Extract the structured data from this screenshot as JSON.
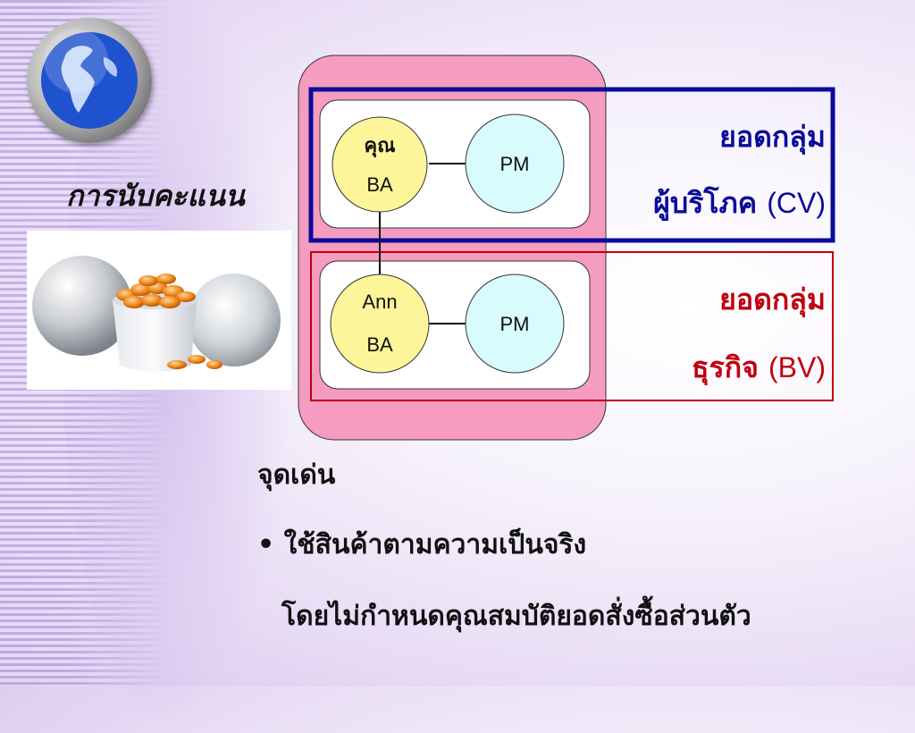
{
  "title": "การนับคะแนน",
  "groups": {
    "cv": {
      "label_line1": "ยอดกลุ่ม",
      "label_line2": "ผู้บริโภค",
      "label_abbr": "(CV)",
      "color": "#0b0b9a"
    },
    "bv": {
      "label_line1": "ยอดกลุ่ม",
      "label_line2": "ธุรกิจ",
      "label_abbr": "(BV)",
      "color": "#c00010"
    }
  },
  "nodes": {
    "top_ba": {
      "line1": "คุณ",
      "line2": "BA",
      "color": "#fdf59a"
    },
    "top_pm": {
      "label": "PM",
      "color": "#d8fbfd"
    },
    "bottom_ba": {
      "line1": "Ann",
      "line2": "BA",
      "color": "#fdf59a"
    },
    "bottom_pm": {
      "label": "PM",
      "color": "#d8fbfd"
    }
  },
  "panel_color": "#f59cc0",
  "highlights": {
    "title": "จุดเด่น",
    "bullet": "•",
    "line1": "ใช้สินค้าตามความเป็นจริง",
    "line2": "โดยไม่กำหนดคุณสมบัติยอดสั่งซื้อส่วนตัว"
  }
}
